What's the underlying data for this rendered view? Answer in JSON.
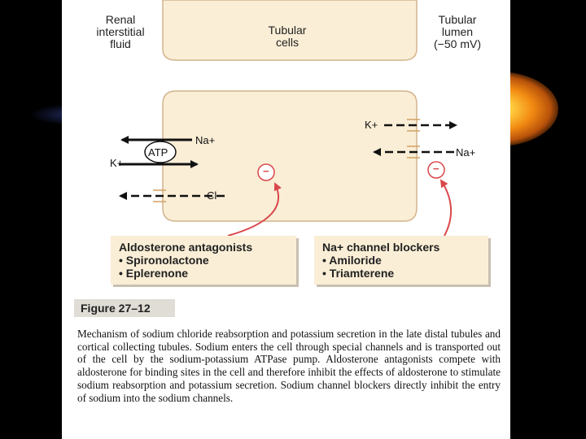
{
  "headers": {
    "renal": "Renal\ninterstitial\nfluid",
    "tubular_cells": "Tubular\ncells",
    "tubular_lumen": "Tubular\nlumen\n(−50 mV)"
  },
  "ions": {
    "na_left": "Na+",
    "k_left": "K+",
    "atp": "ATP",
    "cl": "Cl−",
    "k_right": "K+",
    "na_right": "Na+"
  },
  "inhibit_symbol": "−",
  "box_left": {
    "title": "Aldosterone antagonists",
    "items": [
      "• Spironolactone",
      "• Eplerenone"
    ]
  },
  "box_right": {
    "title": "Na+ channel blockers",
    "items": [
      "• Amiloride",
      "• Triamterene"
    ]
  },
  "figure_label": "Figure 27–12",
  "caption": "Mechanism of sodium chloride reabsorption and potassium secretion in the late distal tubules and cortical collecting tubules. Sodium enters the cell through special channels and is transported out of the cell by the sodium-potassium ATPase pump. Aldosterone antagonists compete with aldosterone for binding sites in the cell and therefore inhibit the effects of aldosterone to stimulate sodium reabsorption and potassium secretion. Sodium channel blockers directly inhibit the entry of sodium into the sodium channels.",
  "colors": {
    "cell_fill": "#faeed6",
    "cell_border": "#d2b48c",
    "arrow_red": "#d9484c",
    "box_fill": "#faeed6"
  }
}
